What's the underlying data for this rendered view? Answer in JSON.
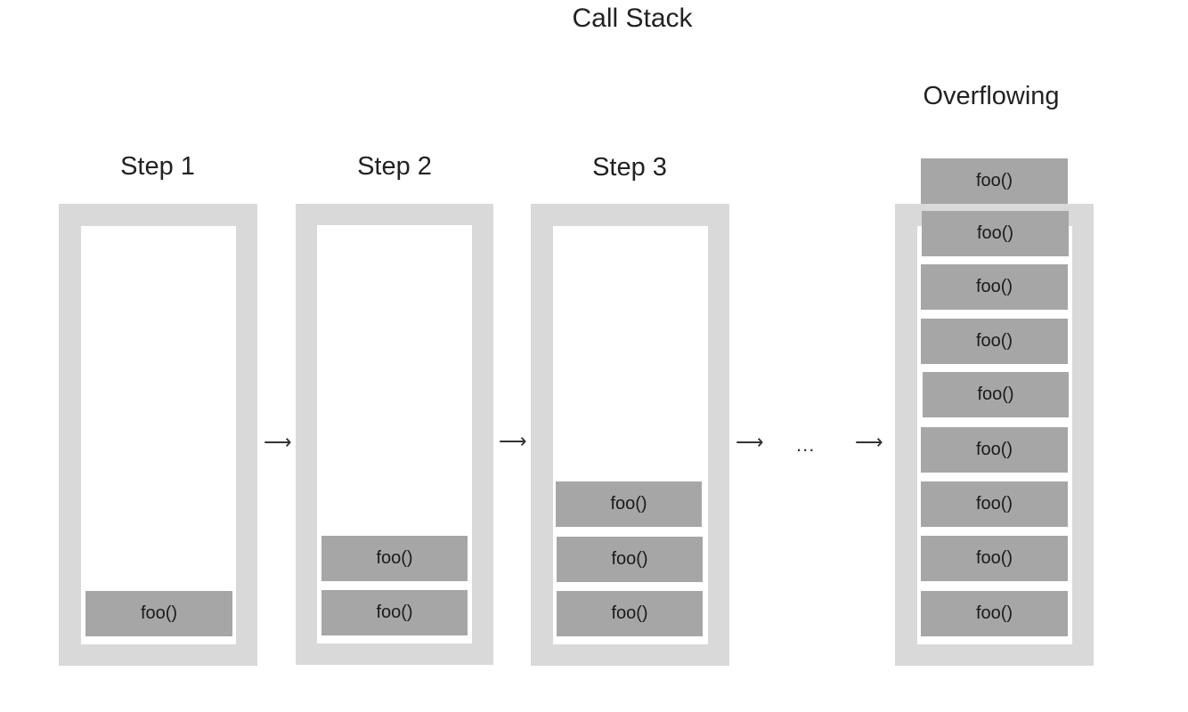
{
  "title": "Call Stack",
  "steps": [
    {
      "label": "Step 1",
      "frames": [
        "foo()"
      ]
    },
    {
      "label": "Step 2",
      "frames": [
        "foo()",
        "foo()"
      ]
    },
    {
      "label": "Step 3",
      "frames": [
        "foo()",
        "foo()",
        "foo()"
      ]
    },
    {
      "label": "Overflowing",
      "frames": [
        "foo()",
        "foo()",
        "foo()",
        "foo()",
        "foo()",
        "foo()",
        "foo()",
        "foo()",
        "foo()"
      ]
    }
  ],
  "arrow_glyph": "⟶",
  "ellipsis": "..."
}
